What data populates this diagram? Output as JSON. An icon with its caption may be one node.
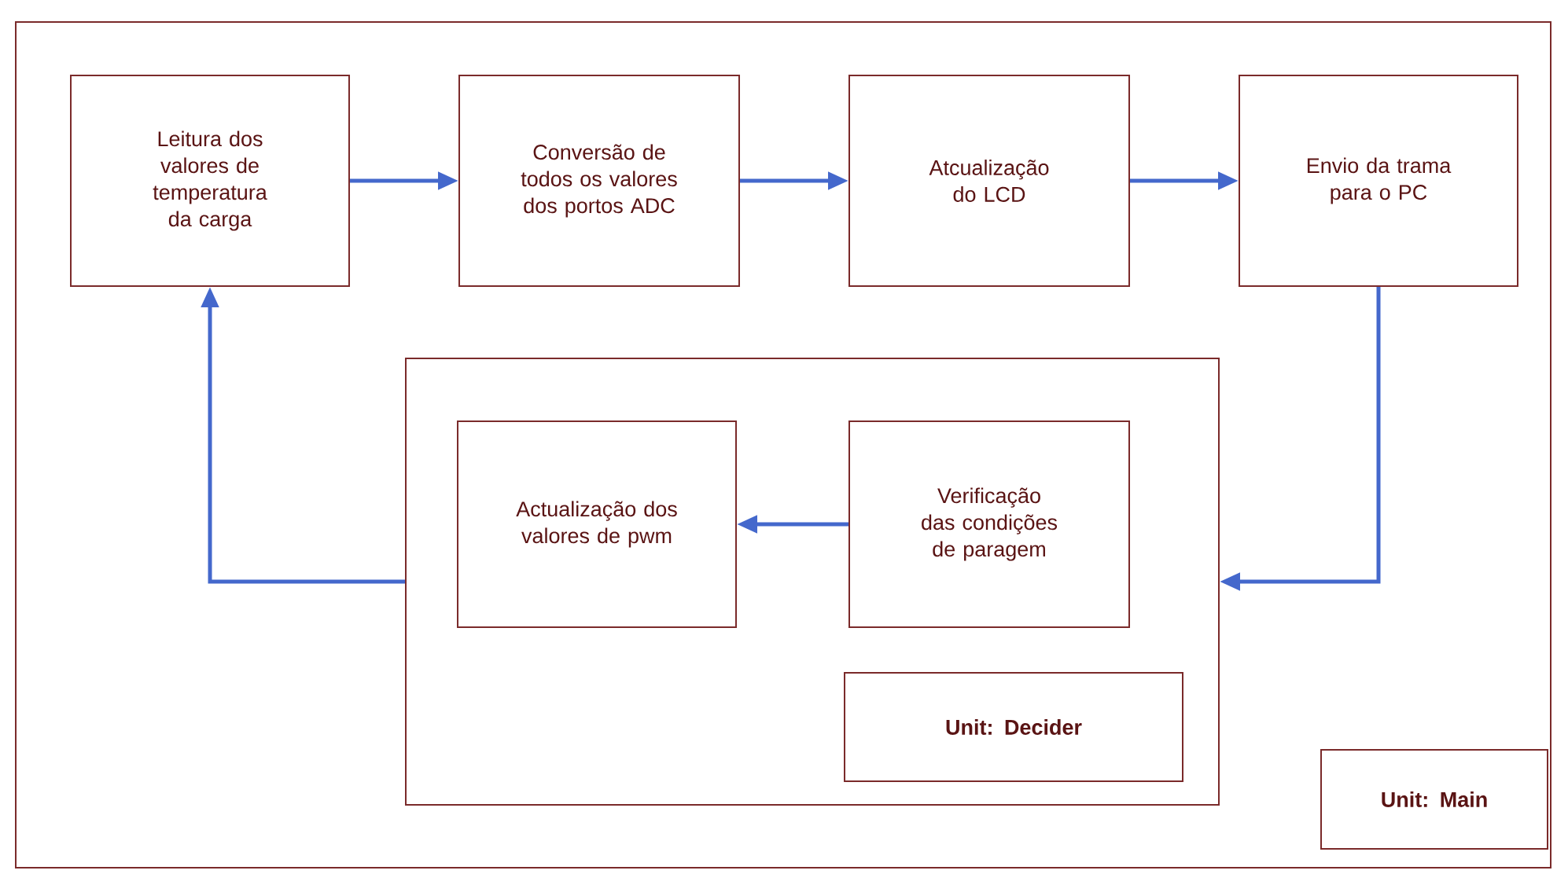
{
  "diagram": {
    "nodes": [
      {
        "text": [],
        "shape": "box"
      },
      {
        "text": [
          "Leitura dos valores de temperatura da carga"
        ],
        "in": 0
      },
      {
        "text": [
          "Conversão de todos os valores dos portos ADC"
        ],
        "in": 0
      },
      {
        "text": [
          "Atcualização do LCD"
        ],
        "in": 0
      },
      {
        "text": [
          "Envio da trama para o PC"
        ],
        "in": 0
      },
      {
        "text": [],
        "shape": "box",
        "in": 0
      },
      {
        "text": [
          "Actualização dos valores de pwm"
        ],
        "in": 5
      },
      {
        "text": [
          "Verificação das condições de paragem"
        ],
        "in": 5
      },
      {
        "text": [
          "Unit: Decider"
        ],
        "in": 5
      },
      {
        "text": [
          "Unit: Main"
        ],
        "in": 0
      }
    ],
    "edges": [
      {
        "from": 1,
        "to": 2,
        "arrow": "to"
      },
      {
        "from": 2,
        "to": 3,
        "arrow": "to"
      },
      {
        "from": 3,
        "to": 4,
        "arrow": "to"
      },
      {
        "from": 4,
        "to": 5,
        "arrow": "to"
      },
      {
        "from": 7,
        "to": 6,
        "arrow": "to"
      },
      {
        "from": 5,
        "to": 1,
        "arrow": "to"
      }
    ]
  }
}
